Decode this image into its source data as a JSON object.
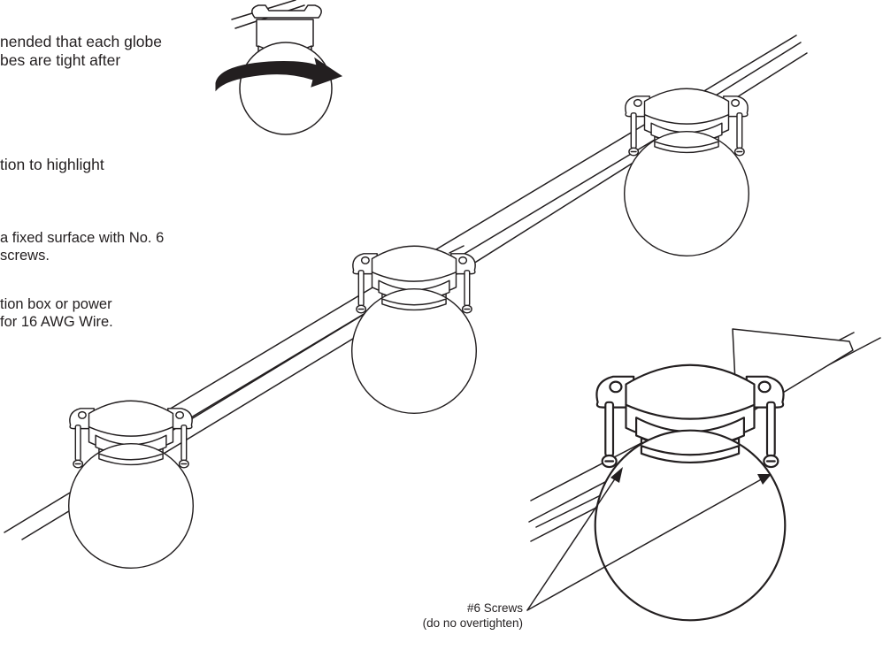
{
  "instructions": {
    "lines": [
      "nended that each globe",
      "bes are tight after",
      "tion to highlight",
      "a fixed surface with No. 6",
      " screws.",
      "tion box or power",
      " for 16 AWG Wire."
    ]
  },
  "callout": {
    "line1": "#6 Screws",
    "line2": "(do no overtighten)"
  },
  "colors": {
    "ink": "#231f20",
    "background": "#ffffff"
  },
  "icons": {
    "rotate_arrow": "rotate-clockwise-arrow-icon",
    "globe_fixture": "globe-light-fixture",
    "screw": "screw"
  }
}
